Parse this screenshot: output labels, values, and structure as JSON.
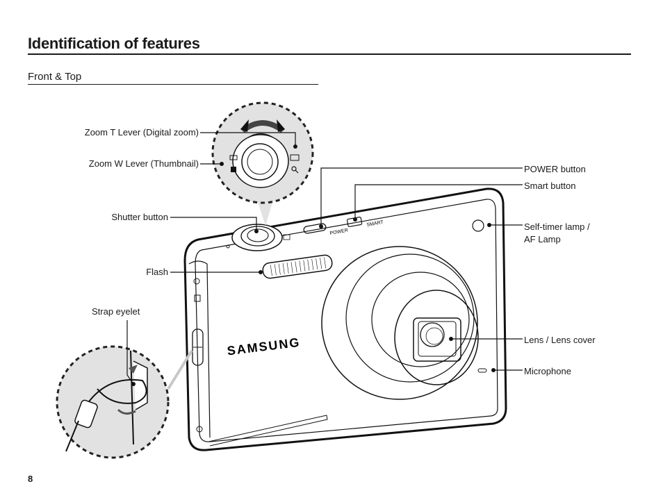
{
  "page": {
    "title": "Identification of features",
    "section": "Front & Top",
    "number": "8"
  },
  "labels": {
    "zoom_t": "Zoom T Lever (Digital zoom)",
    "zoom_w": "Zoom W Lever (Thumbnail)",
    "shutter": "Shutter button",
    "flash": "Flash",
    "strap": "Strap eyelet",
    "power": "POWER button",
    "smart": "Smart button",
    "selftimer_line1": "Self-timer lamp /",
    "selftimer_line2": "AF Lamp",
    "lens": "Lens / Lens cover",
    "microphone": "Microphone"
  },
  "camera": {
    "brand": "SAMSUNG",
    "power_marking": "POWER",
    "smart_marking": "SMART"
  }
}
